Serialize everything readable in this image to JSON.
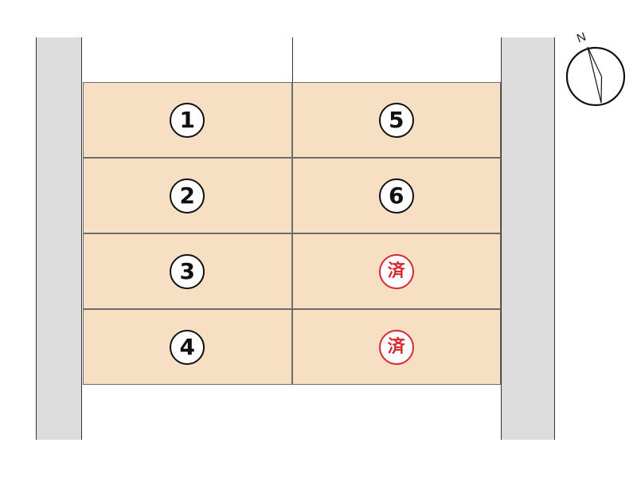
{
  "map": {
    "lots": [
      {
        "label": "1",
        "status": "available"
      },
      {
        "label": "2",
        "status": "available"
      },
      {
        "label": "3",
        "status": "available"
      },
      {
        "label": "4",
        "status": "available"
      },
      {
        "label": "5",
        "status": "available"
      },
      {
        "label": "6",
        "status": "available"
      },
      {
        "label": "済",
        "status": "sold"
      },
      {
        "label": "済",
        "status": "sold"
      }
    ],
    "compass": {
      "label": "N"
    },
    "colors": {
      "lot_fill": "#f7dfc4",
      "road_fill": "#dcdcdd",
      "sold_accent": "#d5282f",
      "outline": "#111111"
    }
  }
}
